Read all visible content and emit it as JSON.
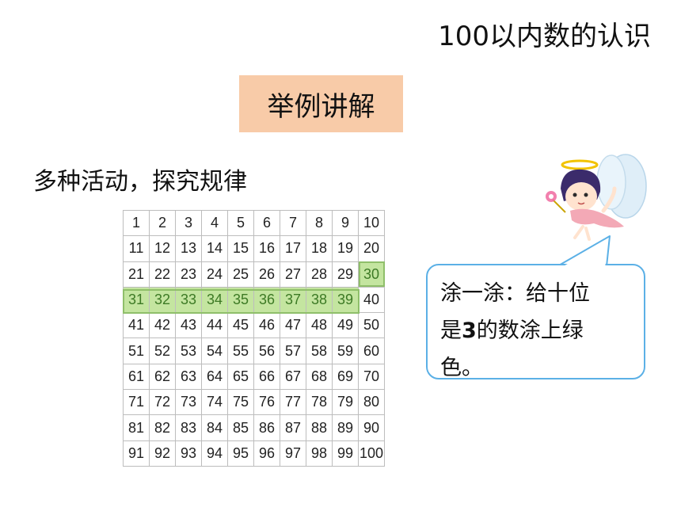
{
  "header": {
    "title": "100以内数的认识"
  },
  "section": {
    "label": "举例讲解"
  },
  "subtitle": "多种活动，探究规律",
  "grid": {
    "rows": [
      [
        "1",
        "2",
        "3",
        "4",
        "5",
        "6",
        "7",
        "8",
        "9",
        "10"
      ],
      [
        "11",
        "12",
        "13",
        "14",
        "15",
        "16",
        "17",
        "18",
        "19",
        "20"
      ],
      [
        "21",
        "22",
        "23",
        "24",
        "25",
        "26",
        "27",
        "28",
        "29",
        "30"
      ],
      [
        "31",
        "32",
        "33",
        "34",
        "35",
        "36",
        "37",
        "38",
        "39",
        "40"
      ],
      [
        "41",
        "42",
        "43",
        "44",
        "45",
        "46",
        "47",
        "48",
        "49",
        "50"
      ],
      [
        "51",
        "52",
        "53",
        "54",
        "55",
        "56",
        "57",
        "58",
        "59",
        "60"
      ],
      [
        "61",
        "62",
        "63",
        "64",
        "65",
        "66",
        "67",
        "68",
        "69",
        "70"
      ],
      [
        "71",
        "72",
        "73",
        "74",
        "75",
        "76",
        "77",
        "78",
        "79",
        "80"
      ],
      [
        "81",
        "82",
        "83",
        "84",
        "85",
        "86",
        "87",
        "88",
        "89",
        "90"
      ],
      [
        "91",
        "92",
        "93",
        "94",
        "95",
        "96",
        "97",
        "98",
        "99",
        "100"
      ]
    ],
    "highlighted": [
      "30",
      "31",
      "32",
      "33",
      "34",
      "35",
      "36",
      "37",
      "38",
      "39"
    ],
    "highlight_color": "#c4e5a0"
  },
  "bubble": {
    "line1": "涂一涂：给十位",
    "line2_pre": "是",
    "line2_bold": "3",
    "line2_post": "的数涂上绿",
    "line3": "色。"
  },
  "colors": {
    "section_bg": "#f8cba8",
    "bubble_border": "#5bb0e6"
  },
  "icons": {
    "fairy": "fairy-character-icon"
  }
}
